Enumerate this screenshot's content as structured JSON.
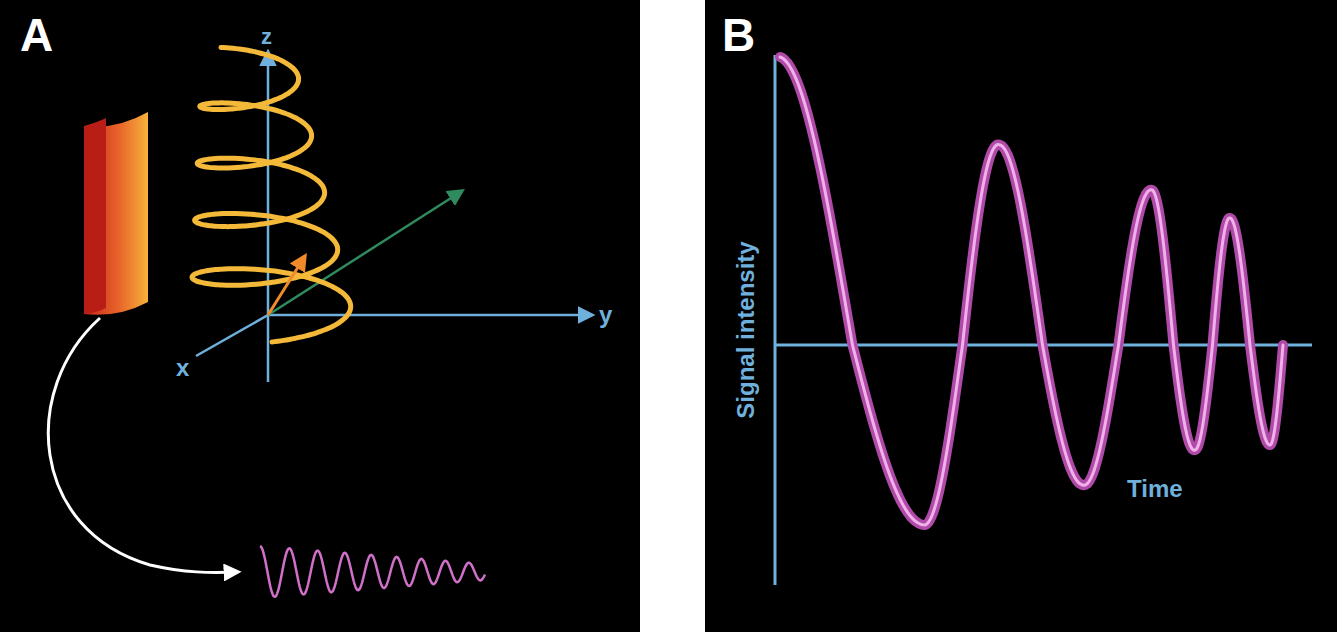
{
  "diagram": {
    "labels": [
      "A",
      "z",
      "y",
      "x",
      "B",
      "Signal intensity",
      "Time"
    ]
  }
}
